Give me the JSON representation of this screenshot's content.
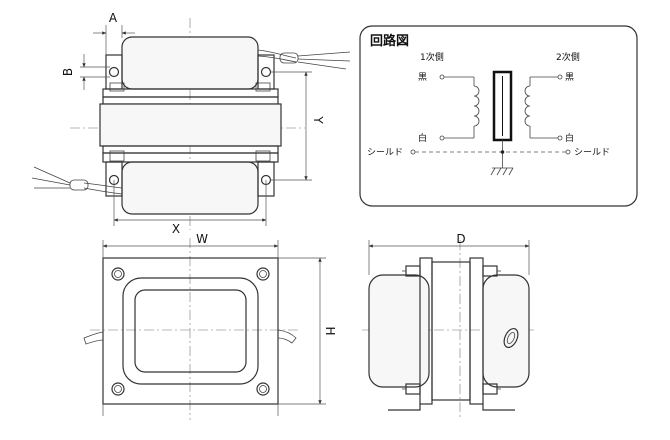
{
  "dimensions": {
    "a": "A",
    "b": "B",
    "x": "X",
    "y": "Y",
    "w": "W",
    "h": "H",
    "d": "D"
  },
  "circuit": {
    "title": "回路図",
    "primary": "1次側",
    "secondary": "2次側",
    "black_left": "黒",
    "black_right": "黒",
    "white_left": "白",
    "white_right": "白",
    "shield_left": "シールド",
    "shield_right": "シールド"
  }
}
